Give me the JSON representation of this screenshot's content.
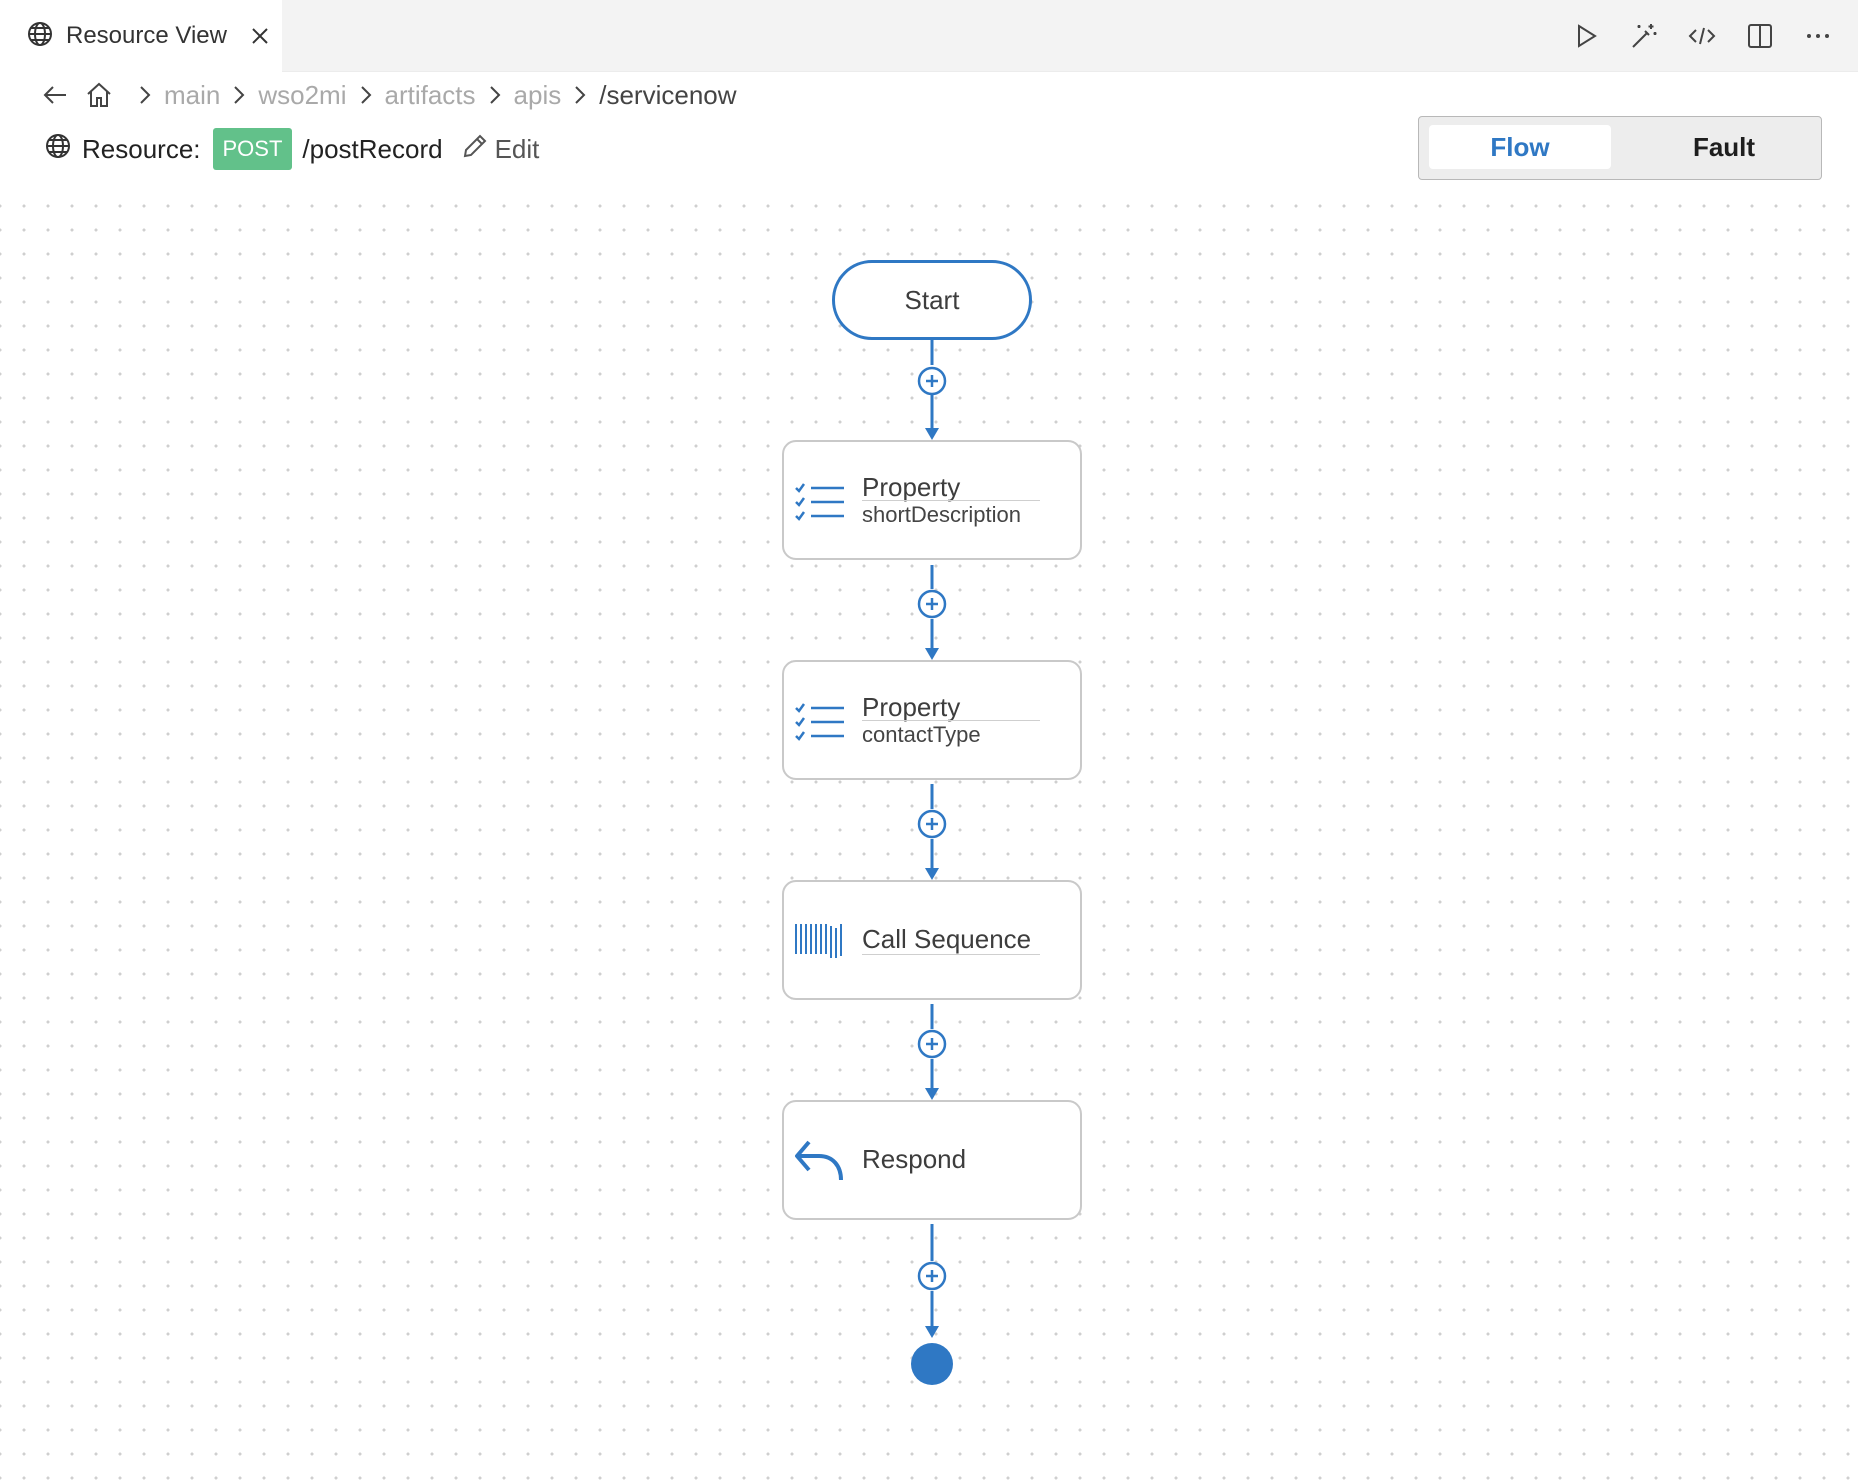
{
  "tab": {
    "title": "Resource View",
    "globe_icon": "globe-icon",
    "close_icon": "close-icon"
  },
  "toolbar": {
    "icons": [
      "run-icon",
      "magic-wand-icon",
      "code-icon",
      "split-editor-icon",
      "more-icon"
    ]
  },
  "breadcrumb": {
    "items": [
      "main",
      "wso2mi",
      "artifacts",
      "apis",
      "/servicenow"
    ]
  },
  "resource": {
    "label": "Resource:",
    "method": "POST",
    "path": "/postRecord",
    "edit_label": "Edit"
  },
  "view_toggle": {
    "flow_label": "Flow",
    "fault_label": "Fault",
    "selected": "Flow"
  },
  "flow": {
    "start_label": "Start",
    "nodes": [
      {
        "title": "Property",
        "subtitle": "shortDescription",
        "icon": "property-list-icon"
      },
      {
        "title": "Property",
        "subtitle": "contactType",
        "icon": "property-list-icon"
      },
      {
        "title": "Call Sequence",
        "subtitle": "",
        "icon": "barcode-sequence-icon"
      },
      {
        "title": "Respond",
        "subtitle": "",
        "icon": "reply-arrow-icon"
      }
    ]
  },
  "colors": {
    "accent": "#2f78c4",
    "post_badge": "#62c18a",
    "node_border": "#c9c9c9"
  }
}
